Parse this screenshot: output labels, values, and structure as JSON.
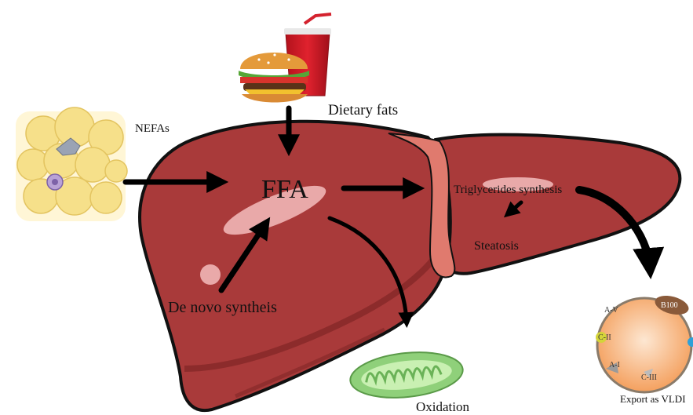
{
  "labels": {
    "nefas": "NEFAs",
    "dietary_fats": "Dietary fats",
    "ffa": "FFA",
    "triglycerides": "Triglycerides synthesis",
    "steatosis": "Steatosis",
    "de_novo": "De novo syntheis",
    "oxidation": "Oxidation",
    "export": "Export as VLDI"
  },
  "vldl_proteins": {
    "a5": "A-V",
    "b100": "B100",
    "c2": "C-II",
    "a1": "A-I",
    "c3": "C-III"
  },
  "colors": {
    "liver": "#a93a3a",
    "liver_dark": "#7a2222",
    "highlight": "#e9a9a9",
    "ligament": "#e07a6e",
    "fat_cell": "#f6e08a",
    "mitochondria": "#8fd07a",
    "vldl": "#f7b27a",
    "b100_badge": "#8a5a3a",
    "arrow": "#000000"
  },
  "icons": [
    "adipose-tissue-icon",
    "burger-icon",
    "soda-cup-icon",
    "mitochondria-icon",
    "vldl-particle-icon"
  ]
}
